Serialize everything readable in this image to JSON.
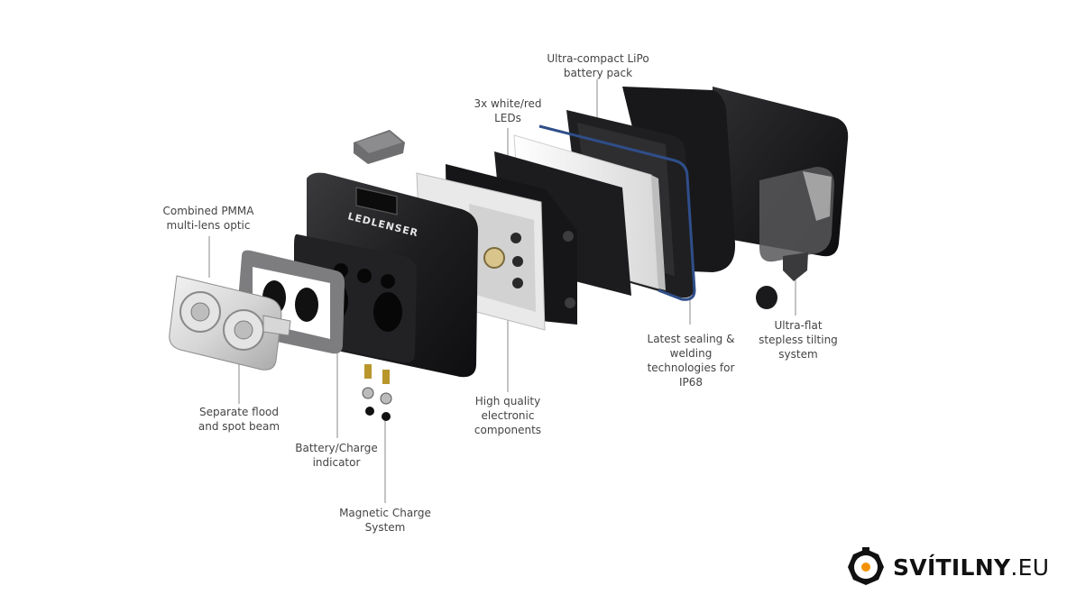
{
  "callouts": {
    "pmma": [
      "Combined PMMA",
      "multi-lens optic"
    ],
    "flood": [
      "Separate flood",
      "and spot beam"
    ],
    "battery_indicator": [
      "Battery/Charge",
      "indicator"
    ],
    "magnetic": [
      "Magnetic Charge",
      "System"
    ],
    "leds": [
      "3x white/red",
      "LEDs"
    ],
    "lipo": [
      "Ultra-compact LiPo",
      "battery pack"
    ],
    "electronics": [
      "High quality",
      "electronic",
      "components"
    ],
    "sealing": [
      "Latest sealing &",
      "welding",
      "technologies for",
      "IP68"
    ],
    "tilting": [
      "Ultra-flat",
      "stepless tilting",
      "system"
    ]
  },
  "housing_brand": "LEDLENSER",
  "logo": {
    "name": "SVÍTILNY",
    "tld": ".EU",
    "accent": "#f39200"
  },
  "colors": {
    "line": "#8a8a8a",
    "dark": "#1d1d1f",
    "mid": "#3a3a3c",
    "grey": "#7c7c7c",
    "blue_seal": "#2f4e8a"
  }
}
